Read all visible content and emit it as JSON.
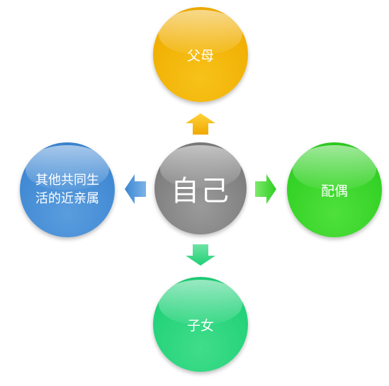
{
  "diagram": {
    "center": {
      "label": "自己",
      "color": "#8a8a8a"
    },
    "nodes": [
      {
        "id": "parents",
        "label": "父母",
        "direction": "up",
        "color": "#f0ad00"
      },
      {
        "id": "spouse",
        "label": "配偶",
        "direction": "right",
        "color": "#2fcf22"
      },
      {
        "id": "children",
        "label": "子女",
        "direction": "down",
        "color": "#1fd077"
      },
      {
        "id": "relatives",
        "label": "其他共同生活的近亲属",
        "direction": "left",
        "color": "#3d86d2"
      }
    ]
  }
}
